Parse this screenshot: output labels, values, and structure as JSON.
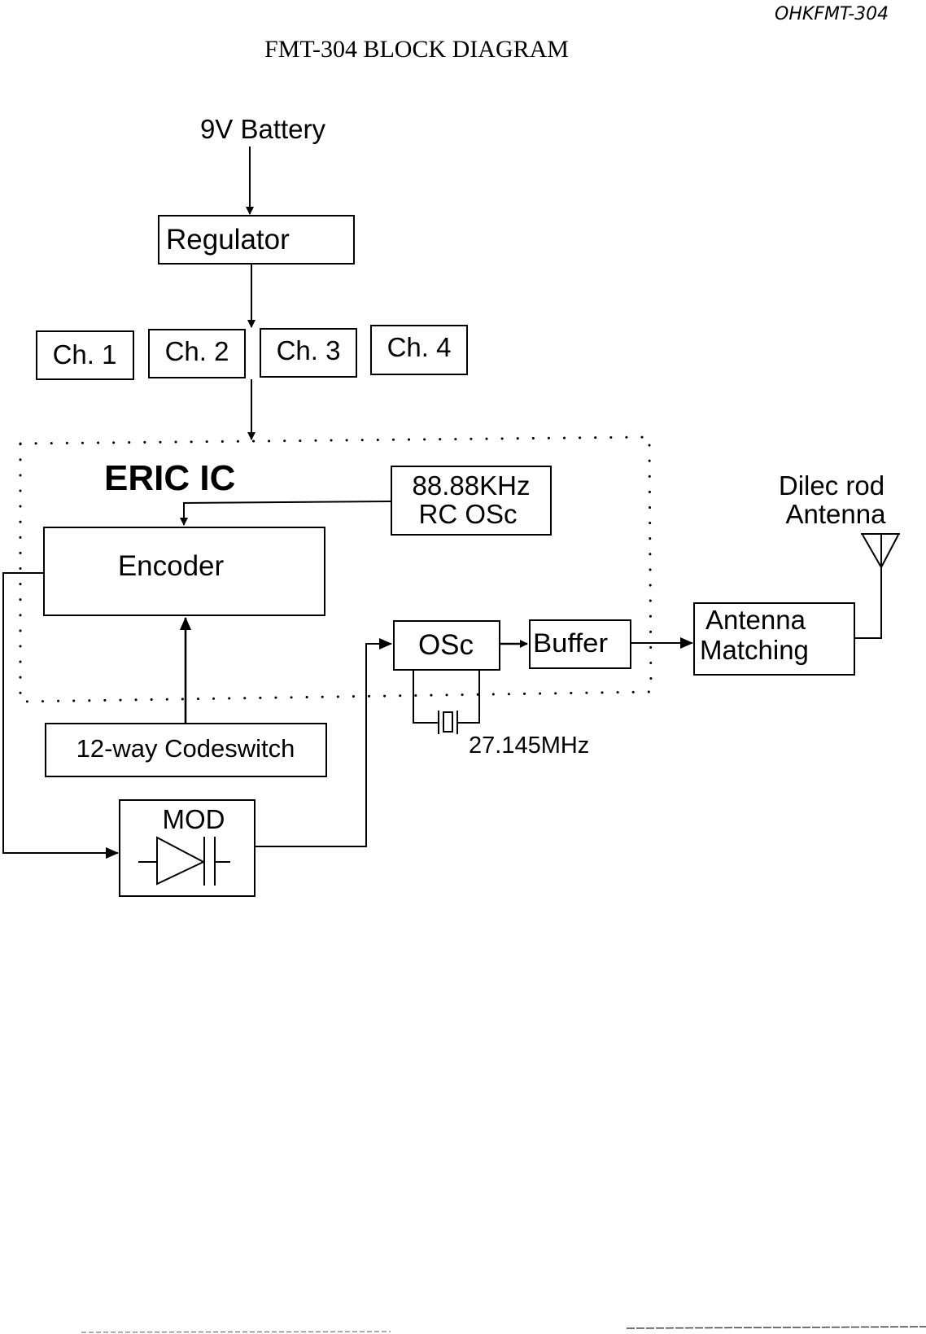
{
  "page": {
    "handwritten_note": "OHKFMT-304",
    "title": "FMT-304 BLOCK DIAGRAM"
  },
  "blocks": {
    "battery": "9V Battery",
    "regulator": "Regulator",
    "channels": [
      "Ch. 1",
      "Ch. 2",
      "Ch. 3",
      "Ch. 4"
    ],
    "ic_label": "ERIC IC",
    "rc_osc_line1": "88.88KHz",
    "rc_osc_line2": "RC OSc",
    "encoder": "Encoder",
    "codeswitch": "12-way Codeswitch",
    "mod": "MOD",
    "osc": "OSc",
    "buffer": "Buffer",
    "crystal_freq": "27.145MHz",
    "antenna_matching_line1": "Antenna",
    "antenna_matching_line2": "Matching",
    "antenna_line1": "Dilec rod",
    "antenna_line2": "Antenna"
  }
}
